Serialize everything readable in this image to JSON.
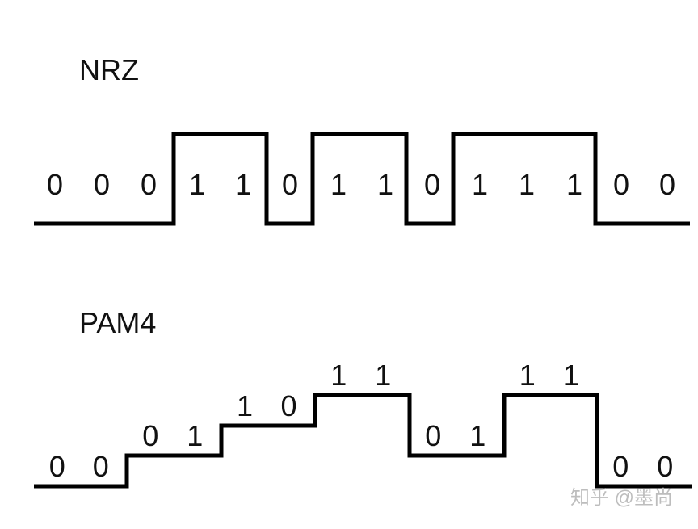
{
  "nrz": {
    "title": "NRZ",
    "bits": [
      "0",
      "0",
      "0",
      "1",
      "1",
      "0",
      "1",
      "1",
      "0",
      "1",
      "1",
      "1",
      "0",
      "0"
    ],
    "levels": [
      0,
      0,
      0,
      1,
      1,
      0,
      1,
      1,
      0,
      1,
      1,
      1,
      0,
      0
    ]
  },
  "pam4": {
    "title": "PAM4",
    "symbols": [
      {
        "bits": [
          "0",
          "0"
        ],
        "level": 0
      },
      {
        "bits": [
          "0",
          "1"
        ],
        "level": 1
      },
      {
        "bits": [
          "1",
          "0"
        ],
        "level": 2
      },
      {
        "bits": [
          "1",
          "1"
        ],
        "level": 3
      },
      {
        "bits": [
          "0",
          "1"
        ],
        "level": 1
      },
      {
        "bits": [
          "1",
          "1"
        ],
        "level": 3
      },
      {
        "bits": [
          "0",
          "0"
        ],
        "level": 0
      }
    ]
  },
  "watermark": "知乎 @墨尚",
  "colors": {
    "line": "#000000",
    "text": "#111111",
    "watermark": "#bdbdbd",
    "background": "#ffffff"
  }
}
